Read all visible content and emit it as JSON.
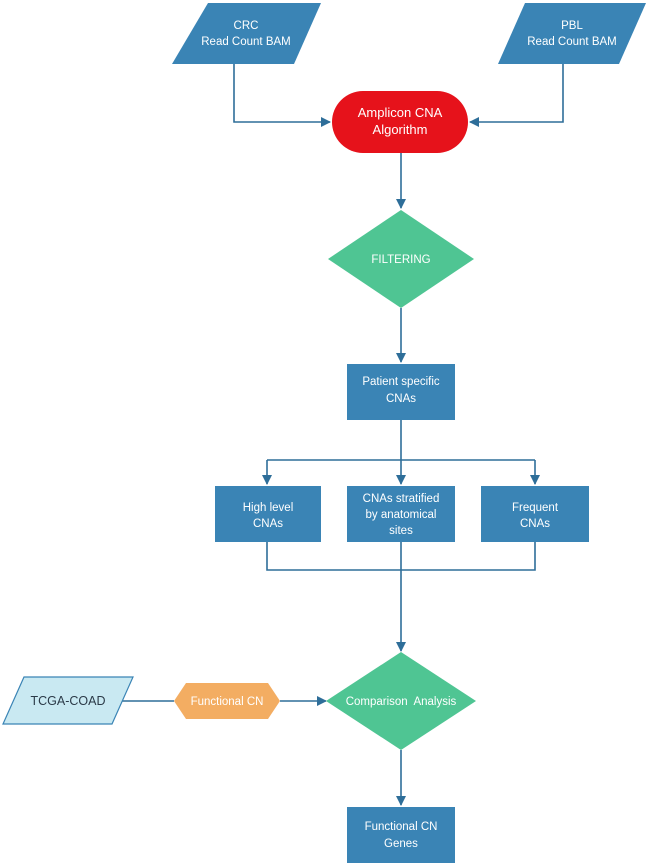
{
  "colors": {
    "process": "#3a84b5",
    "process_dark": "#2e6e99",
    "algorithm": "#e6121b",
    "decision": "#4fc593",
    "external_fill": "#c9e9f2",
    "external_stroke": "#3a84b5",
    "hexagon": "#f3ad62",
    "connector": "#2e6e99"
  },
  "nodes": {
    "crc_input": {
      "line1": "CRC",
      "line2": "Read Count BAM"
    },
    "pbl_input": {
      "line1": "PBL",
      "line2": "Read Count BAM"
    },
    "algorithm": {
      "line1": "Amplicon CNA",
      "line2": "Algorithm"
    },
    "filtering": {
      "label": "FILTERING"
    },
    "patient_specific": {
      "line1": "Patient specific",
      "line2": "CNAs"
    },
    "high_level": {
      "line1": "High level",
      "line2": "CNAs"
    },
    "stratified": {
      "line1": "CNAs stratified",
      "line2": "by anatomical",
      "line3": "sites"
    },
    "frequent": {
      "line1": "Frequent",
      "line2": "CNAs"
    },
    "tcga": {
      "label": "TCGA-COAD"
    },
    "functional_cn": {
      "label": "Functional CN"
    },
    "comparison": {
      "label": "Comparison  Analysis"
    },
    "functional_genes": {
      "line1": "Functional CN",
      "line2": "Genes"
    }
  }
}
